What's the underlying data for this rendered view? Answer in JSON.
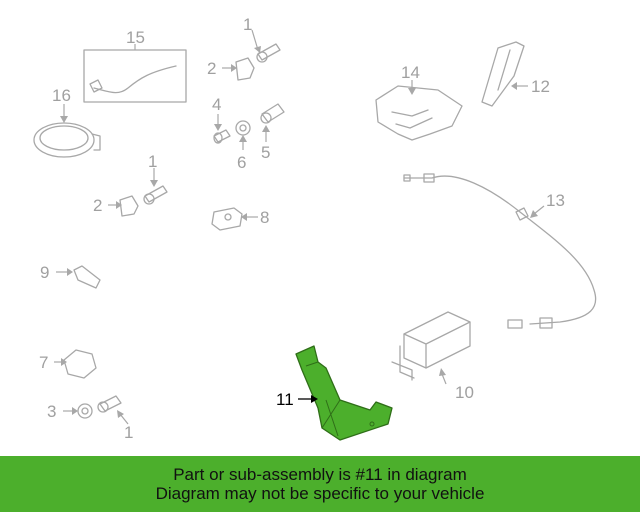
{
  "diagram": {
    "highlight_color": "#4caf2c",
    "line_color": "#a8a8a8",
    "highlighted_part": "11",
    "callouts": {
      "c15": "15",
      "c16": "16",
      "c1a": "1",
      "c2a": "2",
      "c4": "4",
      "c6": "6",
      "c5": "5",
      "c1b": "1",
      "c2b": "2",
      "c8": "8",
      "c9": "9",
      "c7": "7",
      "c3": "3",
      "c1c": "1",
      "c14": "14",
      "c12": "12",
      "c13": "13",
      "c10": "10",
      "c11": "11"
    }
  },
  "banner": {
    "line1": "Part or sub-assembly is #11 in diagram",
    "line2": "Diagram may not be specific to your vehicle"
  }
}
